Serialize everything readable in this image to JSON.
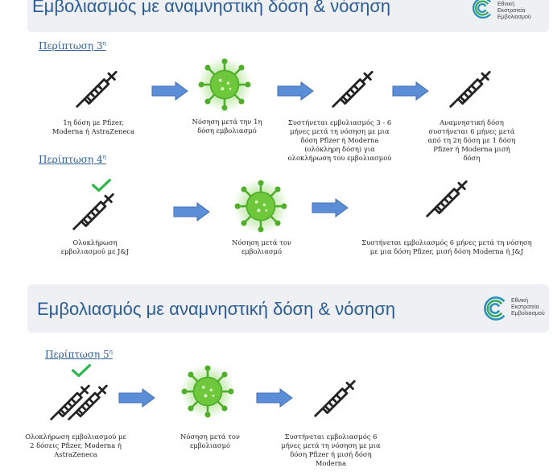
{
  "banner": {
    "title": "Εμβολιασμός με αναμνηστική δόση & νόσηση",
    "logo_lines": [
      "Εθνική",
      "Εκστρατεία",
      "Εμβολιασμού"
    ]
  },
  "case3": {
    "label": "Περίπτωση 3",
    "sup": "η",
    "steps": [
      "1η δόση με Pfizer, Moderna ή AstraZeneca",
      "Νόσηση μετά την 1η δόση εμβολιασμό",
      "Συστήνεται εμβολιασμός 3 - 6 μήνες μετά τη νόσηση με μια δόση Pfizer ή Moderna (ολόκληρη δόση) για ολοκλήρωση του εμβολιασμού",
      "Αναμνηστική δόση συστήνεται 6 μήνες μετά από τη 2η δόση με 1 δόση Pfizer ή Moderna μισή δόση"
    ]
  },
  "case4": {
    "label": "Περίπτωση 4",
    "sup": "η",
    "steps": [
      "Ολοκλήρωση εμβολιασμού με J&J",
      "Νόσηση μετά τον εμβολιασμό",
      "Συστήνεται εμβολιασμός 6 μήνες μετά τη νόσηση με μια δόση Pfizer, μισή δόση Moderna ή J&J"
    ]
  },
  "case5": {
    "label": "Περίπτωση 5",
    "sup": "η",
    "steps": [
      "Ολοκλήρωση εμβολιασμού με 2 δόσεις Pfizer, Moderna ή AstraZeneca",
      "Νόσηση μετά τον εμβολιασμό",
      "Συστήνεται εμβολιασμός 6 μήνες μετά τη νόσηση με μια δόση Pfizer ή μισή δόση Moderna"
    ]
  },
  "colors": {
    "accent": "#2c5d96",
    "arrow": "#5b8ed6",
    "virus": "#5fbf32",
    "check": "#2db84b"
  }
}
